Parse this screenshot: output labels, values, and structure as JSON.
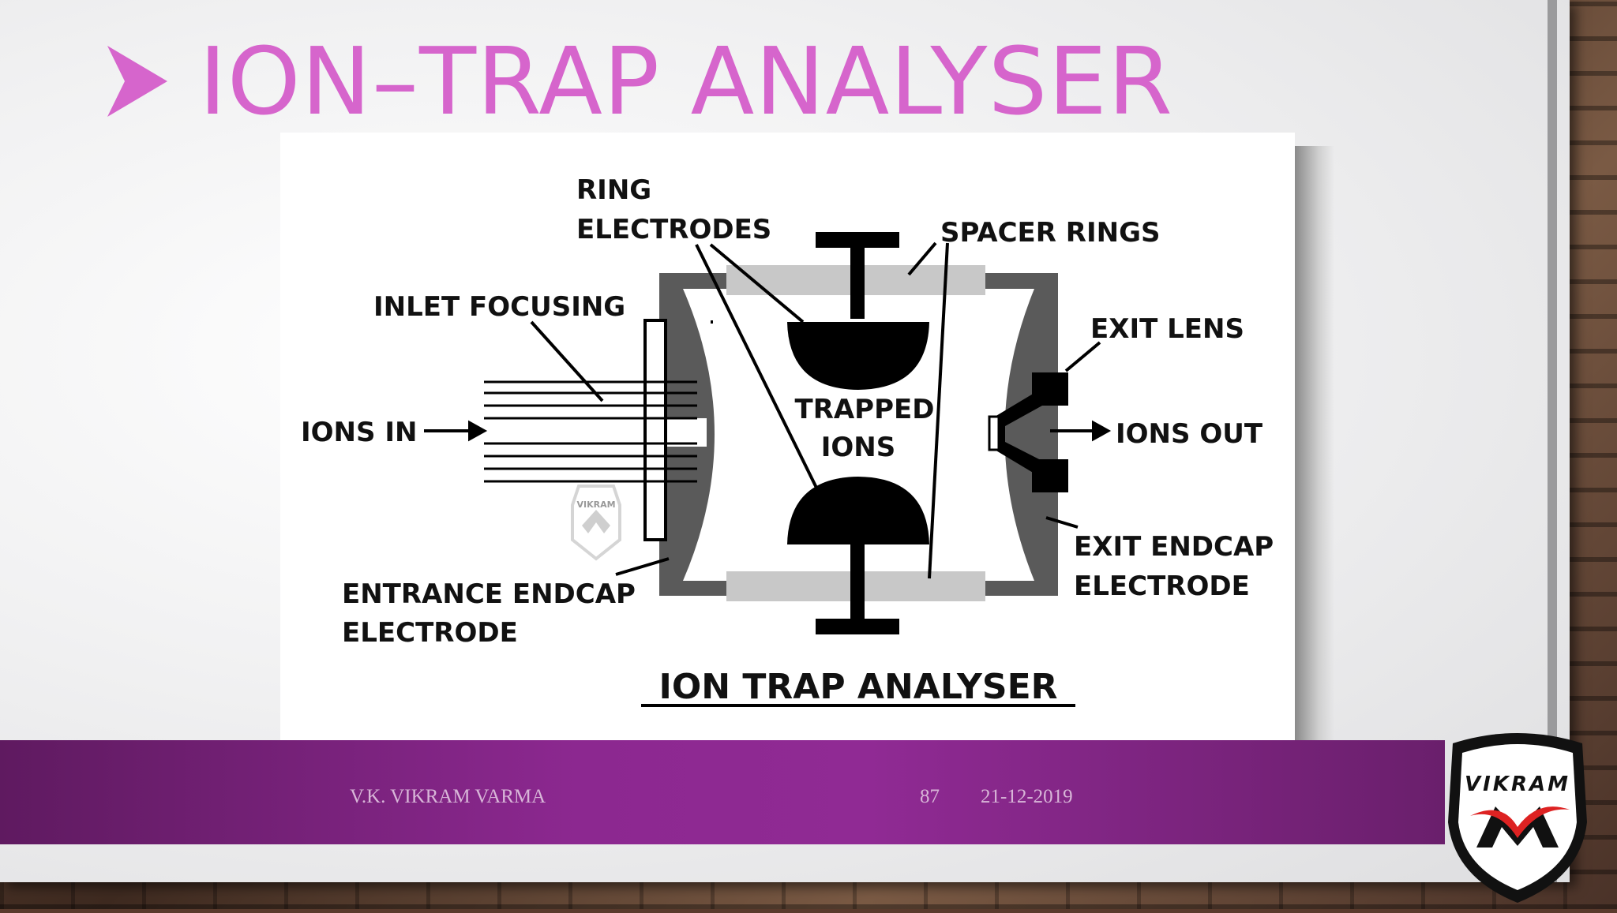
{
  "slide": {
    "title": "ION–TRAP ANALYSER"
  },
  "diagram": {
    "caption": "ION TRAP ANALYSER",
    "labels": {
      "ring_electrodes_1": "RING",
      "ring_electrodes_2": "ELECTRODES",
      "spacer_rings": "SPACER RINGS",
      "inlet_focusing": "INLET FOCUSING",
      "exit_lens": "EXIT LENS",
      "ions_in": "IONS IN",
      "ions_out": "IONS OUT",
      "trapped_ions_1": "TRAPPED",
      "trapped_ions_2": "IONS",
      "exit_endcap_1": "EXIT ENDCAP",
      "exit_endcap_2": "ELECTRODE",
      "entrance_endcap_1": "ENTRANCE ENDCAP",
      "entrance_endcap_2": "ELECTRODE"
    },
    "watermark": "VIKRAM"
  },
  "footer": {
    "author": "V.K. VIKRAM VARMA",
    "page": "87",
    "date": "21-12-2019"
  },
  "logo": {
    "text": "VIKRAM"
  },
  "colors": {
    "title": "#d665cc",
    "footer_bar": "#8c2890"
  }
}
